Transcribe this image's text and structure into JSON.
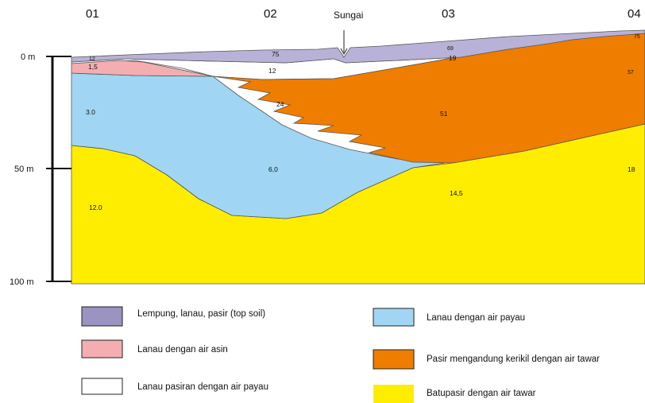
{
  "wells": [
    "01",
    "02",
    "03",
    "04"
  ],
  "river": {
    "label": "Sungai"
  },
  "depth_axis": [
    "0 m",
    "50 m",
    "100 m"
  ],
  "values": {
    "soil_01": "12",
    "pink_01": "1,5",
    "blue_01": "3.0",
    "yellow_01": "12.0",
    "soil_02": "75",
    "white_02": "12",
    "orange_tip": "24",
    "blue_02": "6,0",
    "soil_03": "69",
    "white_03": "19",
    "orange_03": "51",
    "yellow_03": "14,5",
    "soil_04": "75",
    "orange_04": "57",
    "yellow_04": "18"
  },
  "legend": [
    {
      "label": "Lempung, lanau, pasir (top soil)",
      "color": "#9b93c2"
    },
    {
      "label": "Lanau dengan air asin",
      "color": "#f4aeb2"
    },
    {
      "label": "Lanau pasiran dengan air payau",
      "color": "#ffffff"
    },
    {
      "label": "Lanau dengan air payau",
      "color": "#a0d6f3"
    },
    {
      "label": "Pasir mengandung kerikil dengan air tawar",
      "color": "#ef7d00"
    },
    {
      "label": "Batupasir dengan air tawar",
      "color": "#ffed00"
    }
  ],
  "colors": {
    "topsoil": "#b8b2d8",
    "salt": "#f4aeb2",
    "white": "#ffffff",
    "brackish": "#a0d6f3",
    "gravel": "#ef7d00",
    "sandstone": "#ffed00"
  }
}
